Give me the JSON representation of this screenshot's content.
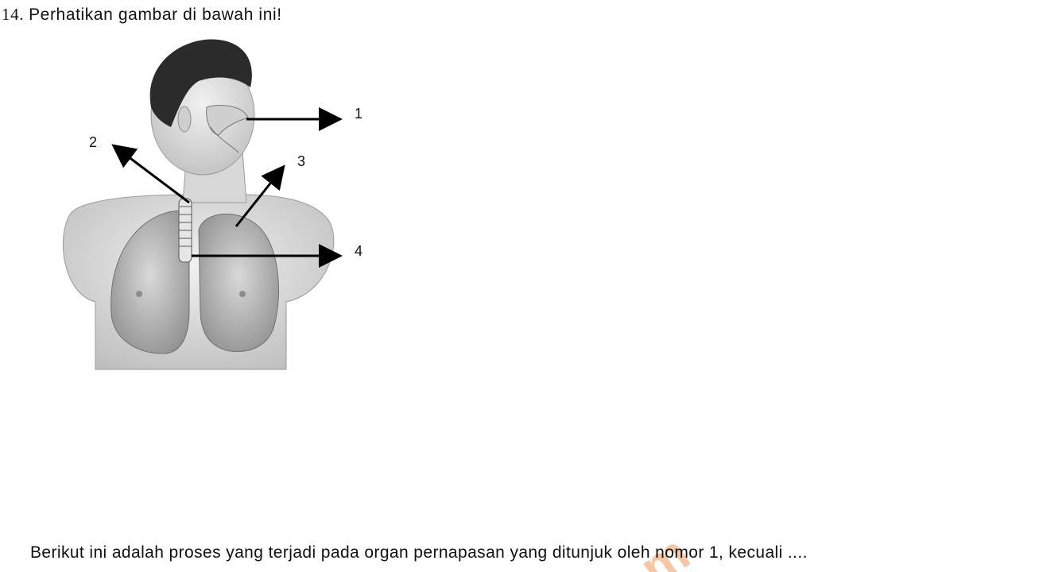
{
  "question": {
    "number": "14.",
    "prompt": "Perhatikan gambar di bawah ini!"
  },
  "figure": {
    "subject": "human respiratory system illustration",
    "callouts": [
      {
        "id": "1",
        "label": "1"
      },
      {
        "id": "2",
        "label": "2"
      },
      {
        "id": "3",
        "label": "3"
      },
      {
        "id": "4",
        "label": "4"
      }
    ]
  },
  "statement": "Berikut ini adalah proses yang terjadi pada organ pernapasan yang ditunjuk oleh nomor 1, kecuali ....",
  "watermark": {
    "text": "m",
    "color": "#f6c7a5"
  }
}
